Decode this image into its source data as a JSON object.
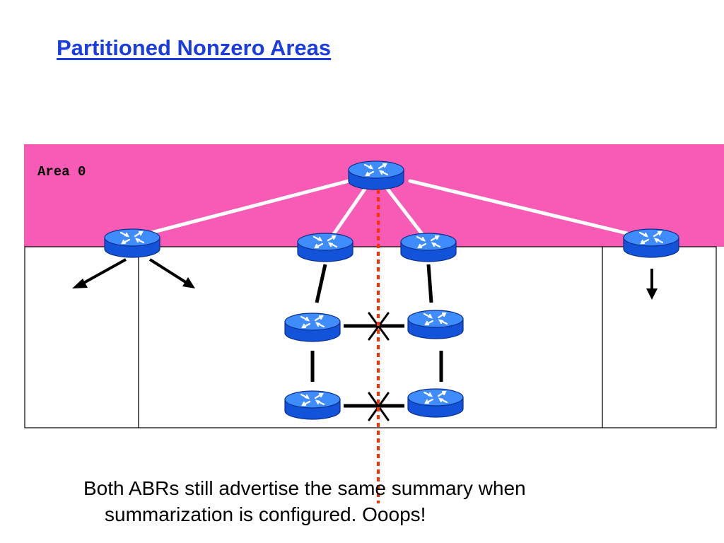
{
  "title": "Partitioned Nonzero Areas",
  "area_label": "Area 0",
  "caption": {
    "line1": "Both ABRs still advertise the same summary when",
    "line2": "summarization is configured.  Ooops!"
  },
  "colors": {
    "title": "#1b3ce0",
    "area0_fill": "#f75bb6",
    "router_top": "#3f8cff",
    "router_body": "#1353d9",
    "router_edge": "#0a2f8c",
    "link_backbone": "#ffffff",
    "link_area": "#000000",
    "partition_line": "#ff3000"
  },
  "icons": {
    "router": "router-icon",
    "break": "x-mark-icon",
    "arrow": "arrow-icon"
  }
}
